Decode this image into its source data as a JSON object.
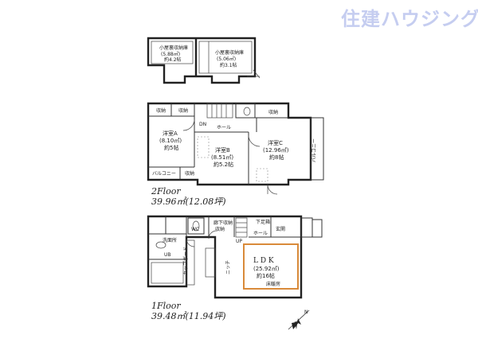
{
  "brand": {
    "logo_text": "住建ハウジング"
  },
  "loft": {
    "room1": {
      "name": "小屋裏収納庫",
      "area": "(5.88㎡)",
      "tatami": "約4.2帖"
    },
    "room2": {
      "name": "小屋裏収納庫",
      "area": "(5.06㎡)",
      "tatami": "約3.1帖"
    }
  },
  "floor2": {
    "label": "2Floor",
    "area": "39.96㎡(12.08坪)",
    "rooms": {
      "roomA": {
        "name": "洋室A",
        "area": "(8.10㎡)",
        "tatami": "約5帖"
      },
      "roomB": {
        "name": "洋室B",
        "area": "(8.51㎡)",
        "tatami": "約5.2帖"
      },
      "roomC": {
        "name": "洋室C",
        "area": "(12.96㎡)",
        "tatami": "約8帖"
      }
    },
    "labels": {
      "storage1": "収納",
      "storage2": "収納",
      "storage3": "収納",
      "storage4": "収納",
      "hall": "ホール",
      "balcony_left": "バルコニー",
      "balcony_right": "バルコニー",
      "dn": "DN",
      "wc": "WC"
    }
  },
  "floor1": {
    "label": "1Floor",
    "area": "39.48㎡(11.94坪)",
    "rooms": {
      "ldk": {
        "name": "L D K",
        "area": "(25.92㎡)",
        "tatami": "約16帖",
        "floor_heating": "床暖房"
      }
    },
    "labels": {
      "washroom": "洗面所",
      "ub": "UB",
      "cupboard": "カップボード",
      "hall_storage": "廊下収納",
      "shoebox": "下足箱",
      "entrance": "玄関",
      "hall": "ホール",
      "niche": "ニッチ",
      "up": "UP",
      "wc": "WC",
      "storage": "収納"
    }
  },
  "compass": {
    "north": "N"
  }
}
